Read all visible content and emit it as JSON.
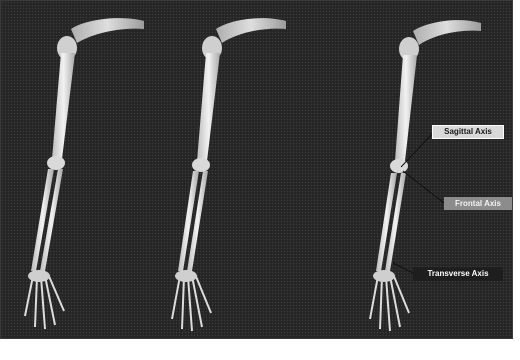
{
  "figure": {
    "labels": {
      "sagittal": "Sagittal Axis",
      "frontal": "Frontal Axis",
      "transverse": "Transverse Axis"
    }
  },
  "colors": {
    "background": "#2c2c2c",
    "bone": "#e6e6e6",
    "axis_line": "#111111"
  }
}
